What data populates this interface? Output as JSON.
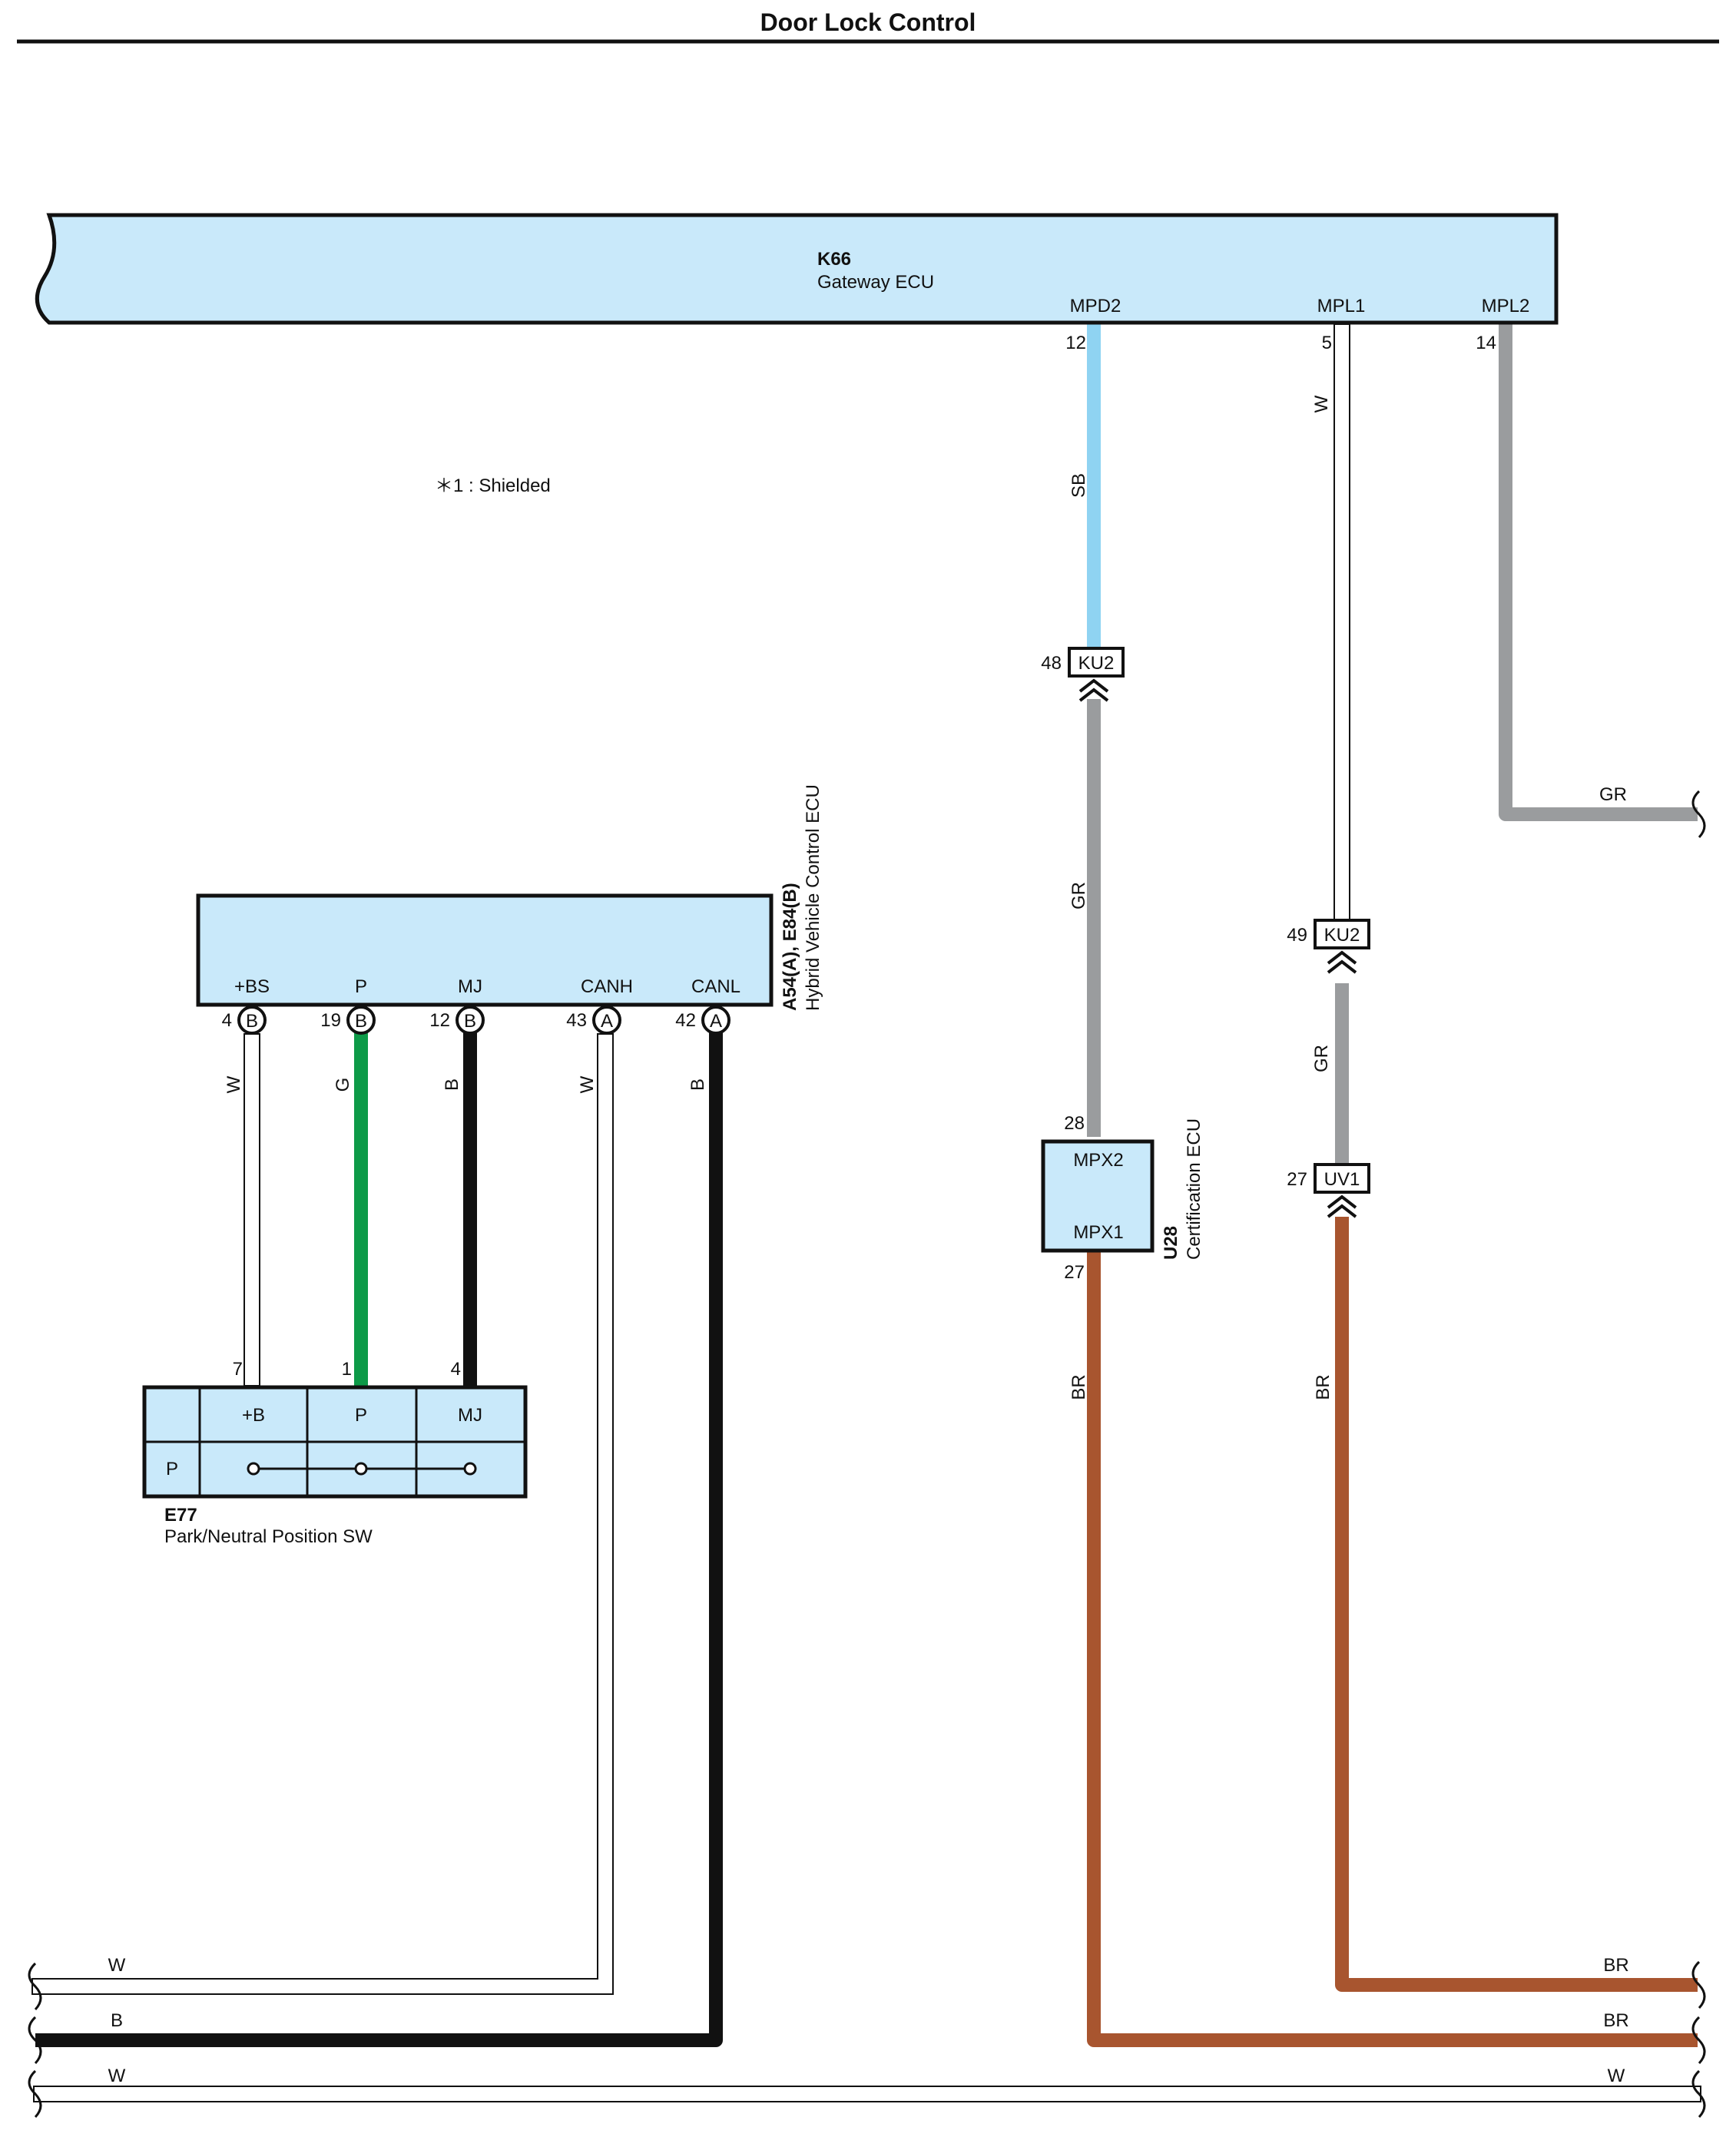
{
  "title": "Door Lock Control",
  "note": "＊1 : Shielded",
  "colors": {
    "box_fill": "#c9e9fa",
    "SB": "#8fd3f2",
    "GR": "#9a9c9e",
    "G": "#0d9a48",
    "B": "#111111",
    "BR": "#a8552f",
    "W": "#ffffff"
  },
  "gateway": {
    "code": "K66",
    "name": "Gateway ECU",
    "pins": [
      {
        "label": "MPD2",
        "num": "12"
      },
      {
        "label": "MPL1",
        "num": "5"
      },
      {
        "label": "MPL2",
        "num": "14"
      }
    ]
  },
  "hv_ecu": {
    "code": "A54(A), E84(B)",
    "name": "Hybrid Vehicle Control ECU",
    "pins": [
      {
        "label": "+BS",
        "num": "4",
        "conn": "B"
      },
      {
        "label": "P",
        "num": "19",
        "conn": "B"
      },
      {
        "label": "MJ",
        "num": "12",
        "conn": "B"
      },
      {
        "label": "CANH",
        "num": "43",
        "conn": "A"
      },
      {
        "label": "CANL",
        "num": "42",
        "conn": "A"
      }
    ]
  },
  "cert_ecu": {
    "code": "U28",
    "name": "Certification ECU",
    "pin_top": {
      "label": "MPX2",
      "num": "28"
    },
    "pin_bottom": {
      "label": "MPX1",
      "num": "27"
    }
  },
  "pn_switch": {
    "code": "E77",
    "name": "Park/Neutral Position SW",
    "cols": [
      "+B",
      "P",
      "MJ"
    ],
    "row_label": "P",
    "pins": [
      "7",
      "1",
      "4"
    ]
  },
  "connectors": [
    {
      "num": "48",
      "label": "KU2"
    },
    {
      "num": "49",
      "label": "KU2"
    },
    {
      "num": "27",
      "label": "UV1"
    }
  ],
  "wire_labels": {
    "mpd2_upper": "SB",
    "mpd2_lower": "GR",
    "mpl1_upper": "W",
    "mpl1_lower": "GR",
    "mpl2_out": "GR",
    "bs_wire": "W",
    "p_wire": "G",
    "mj_wire": "B",
    "canh_wire": "W",
    "canl_wire": "B",
    "mpx1_wire": "BR",
    "uv1_wire": "BR"
  },
  "bus_labels": {
    "left_w1": "W",
    "left_b": "B",
    "left_w2": "W",
    "right_br1": "BR",
    "right_br2": "BR",
    "right_w": "W"
  }
}
